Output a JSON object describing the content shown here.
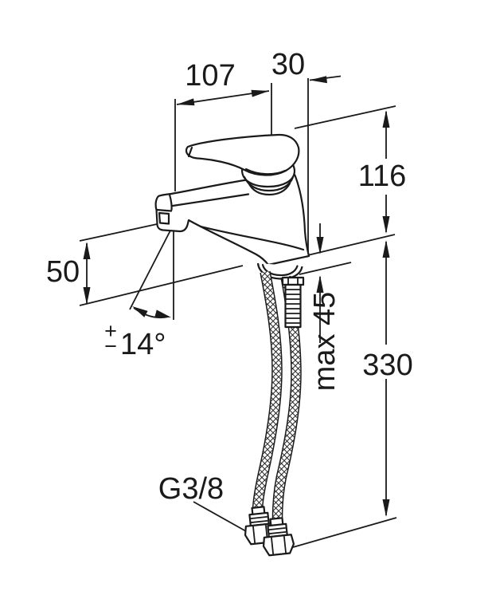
{
  "page": {
    "background": "#ffffff",
    "line_color": "#1a1a1a"
  },
  "diagram": {
    "type": "technical-dimension-drawing",
    "subject": "single-lever basin mixer tap with flexible supply hoses",
    "labels": {
      "dim_107": "107",
      "dim_30": "30",
      "dim_116": "116",
      "dim_50": "50",
      "dim_330": "330",
      "dim_max45": "max 45",
      "thread": "G3/8",
      "angle_plus": "+",
      "angle_minus": "−",
      "angle_value": "14°"
    }
  }
}
